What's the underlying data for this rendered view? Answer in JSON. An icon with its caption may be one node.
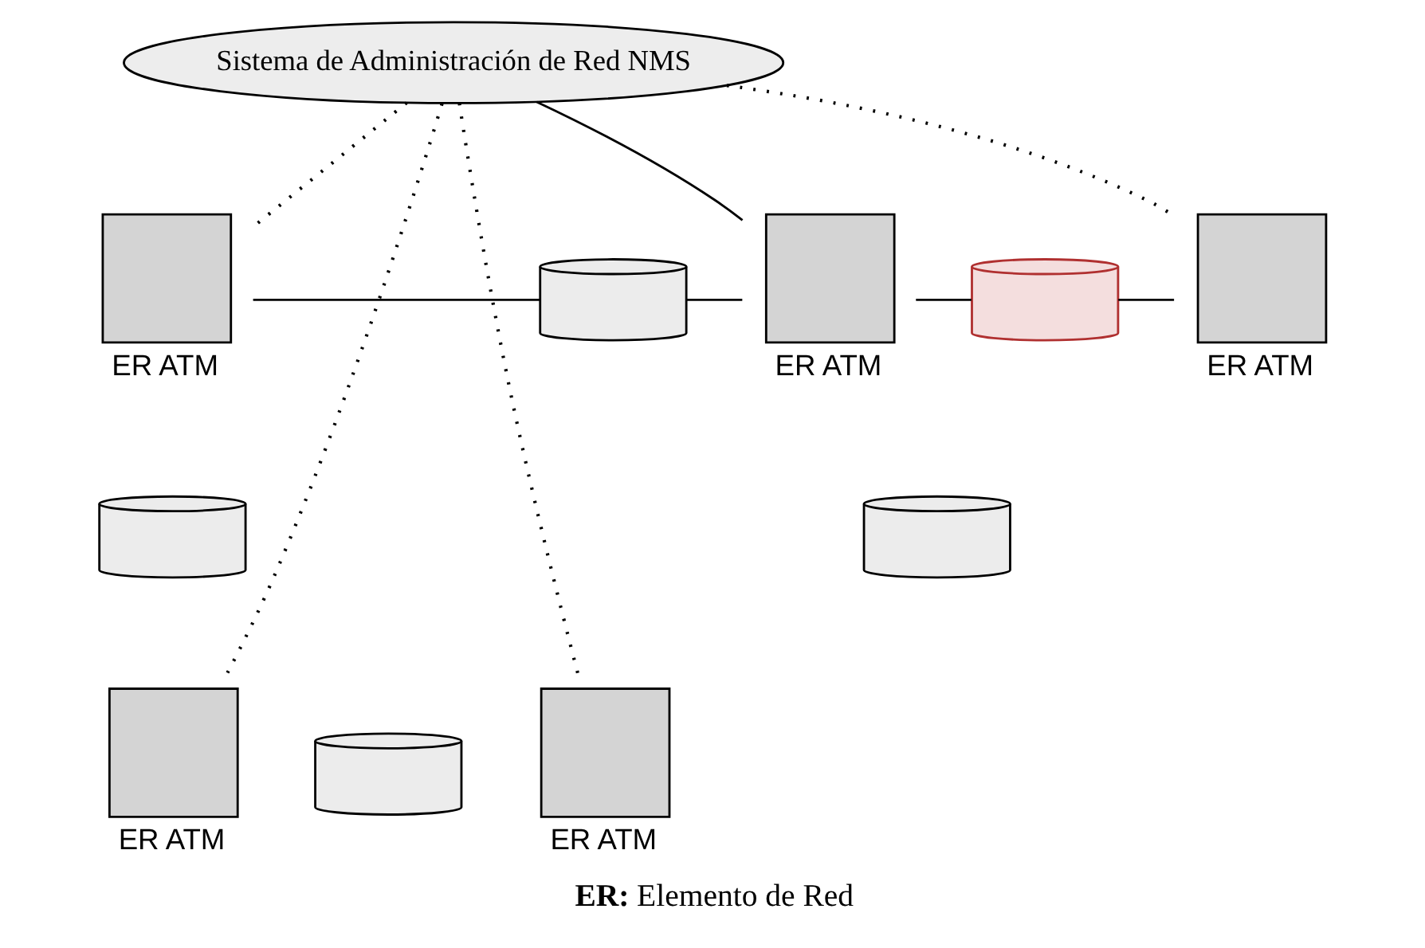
{
  "diagram": {
    "caption": "**ER:** Elemento de Red",
    "nodes": [
      {
        "text": [
          "Sistema de Administración de Red NMS"
        ]
      },
      {
        "text": [],
        "shape": "box",
        "beside": [
          "ER ATM"
        ]
      },
      {
        "text": [],
        "shape": "box",
        "beside": [
          "ER ATM"
        ]
      },
      {
        "text": [],
        "shape": "box",
        "beside": [
          "ER ATM"
        ]
      },
      {
        "text": [],
        "shape": "box",
        "beside": [
          "ER ATM"
        ]
      },
      {
        "text": [],
        "shape": "box",
        "beside": [
          "ER ATM"
        ]
      },
      {
        "text": [],
        "shape": "cylinder"
      },
      {
        "text": [],
        "shape": "cylinder"
      },
      {
        "text": [],
        "shape": "cylinder"
      },
      {
        "text": [],
        "shape": "cylinder"
      },
      {
        "text": [],
        "shape": "cylinder"
      }
    ],
    "edges": [
      {
        "from": 0,
        "to": 1,
        "arrow": "none",
        "style": "dashed"
      },
      {
        "from": 0,
        "to": 4,
        "arrow": "none",
        "style": "dashed"
      },
      {
        "from": 0,
        "to": 2,
        "arrow": "none"
      },
      {
        "from": 0,
        "to": 5,
        "arrow": "none",
        "style": "dashed"
      },
      {
        "from": 0,
        "to": 3,
        "arrow": "none",
        "style": "dashed"
      },
      {
        "from": 1,
        "to": 6,
        "arrow": "none"
      },
      {
        "from": 6,
        "to": 2,
        "arrow": "none"
      },
      {
        "from": 2,
        "to": 7,
        "arrow": "none"
      },
      {
        "from": 7,
        "to": 3,
        "arrow": "none"
      }
    ]
  }
}
